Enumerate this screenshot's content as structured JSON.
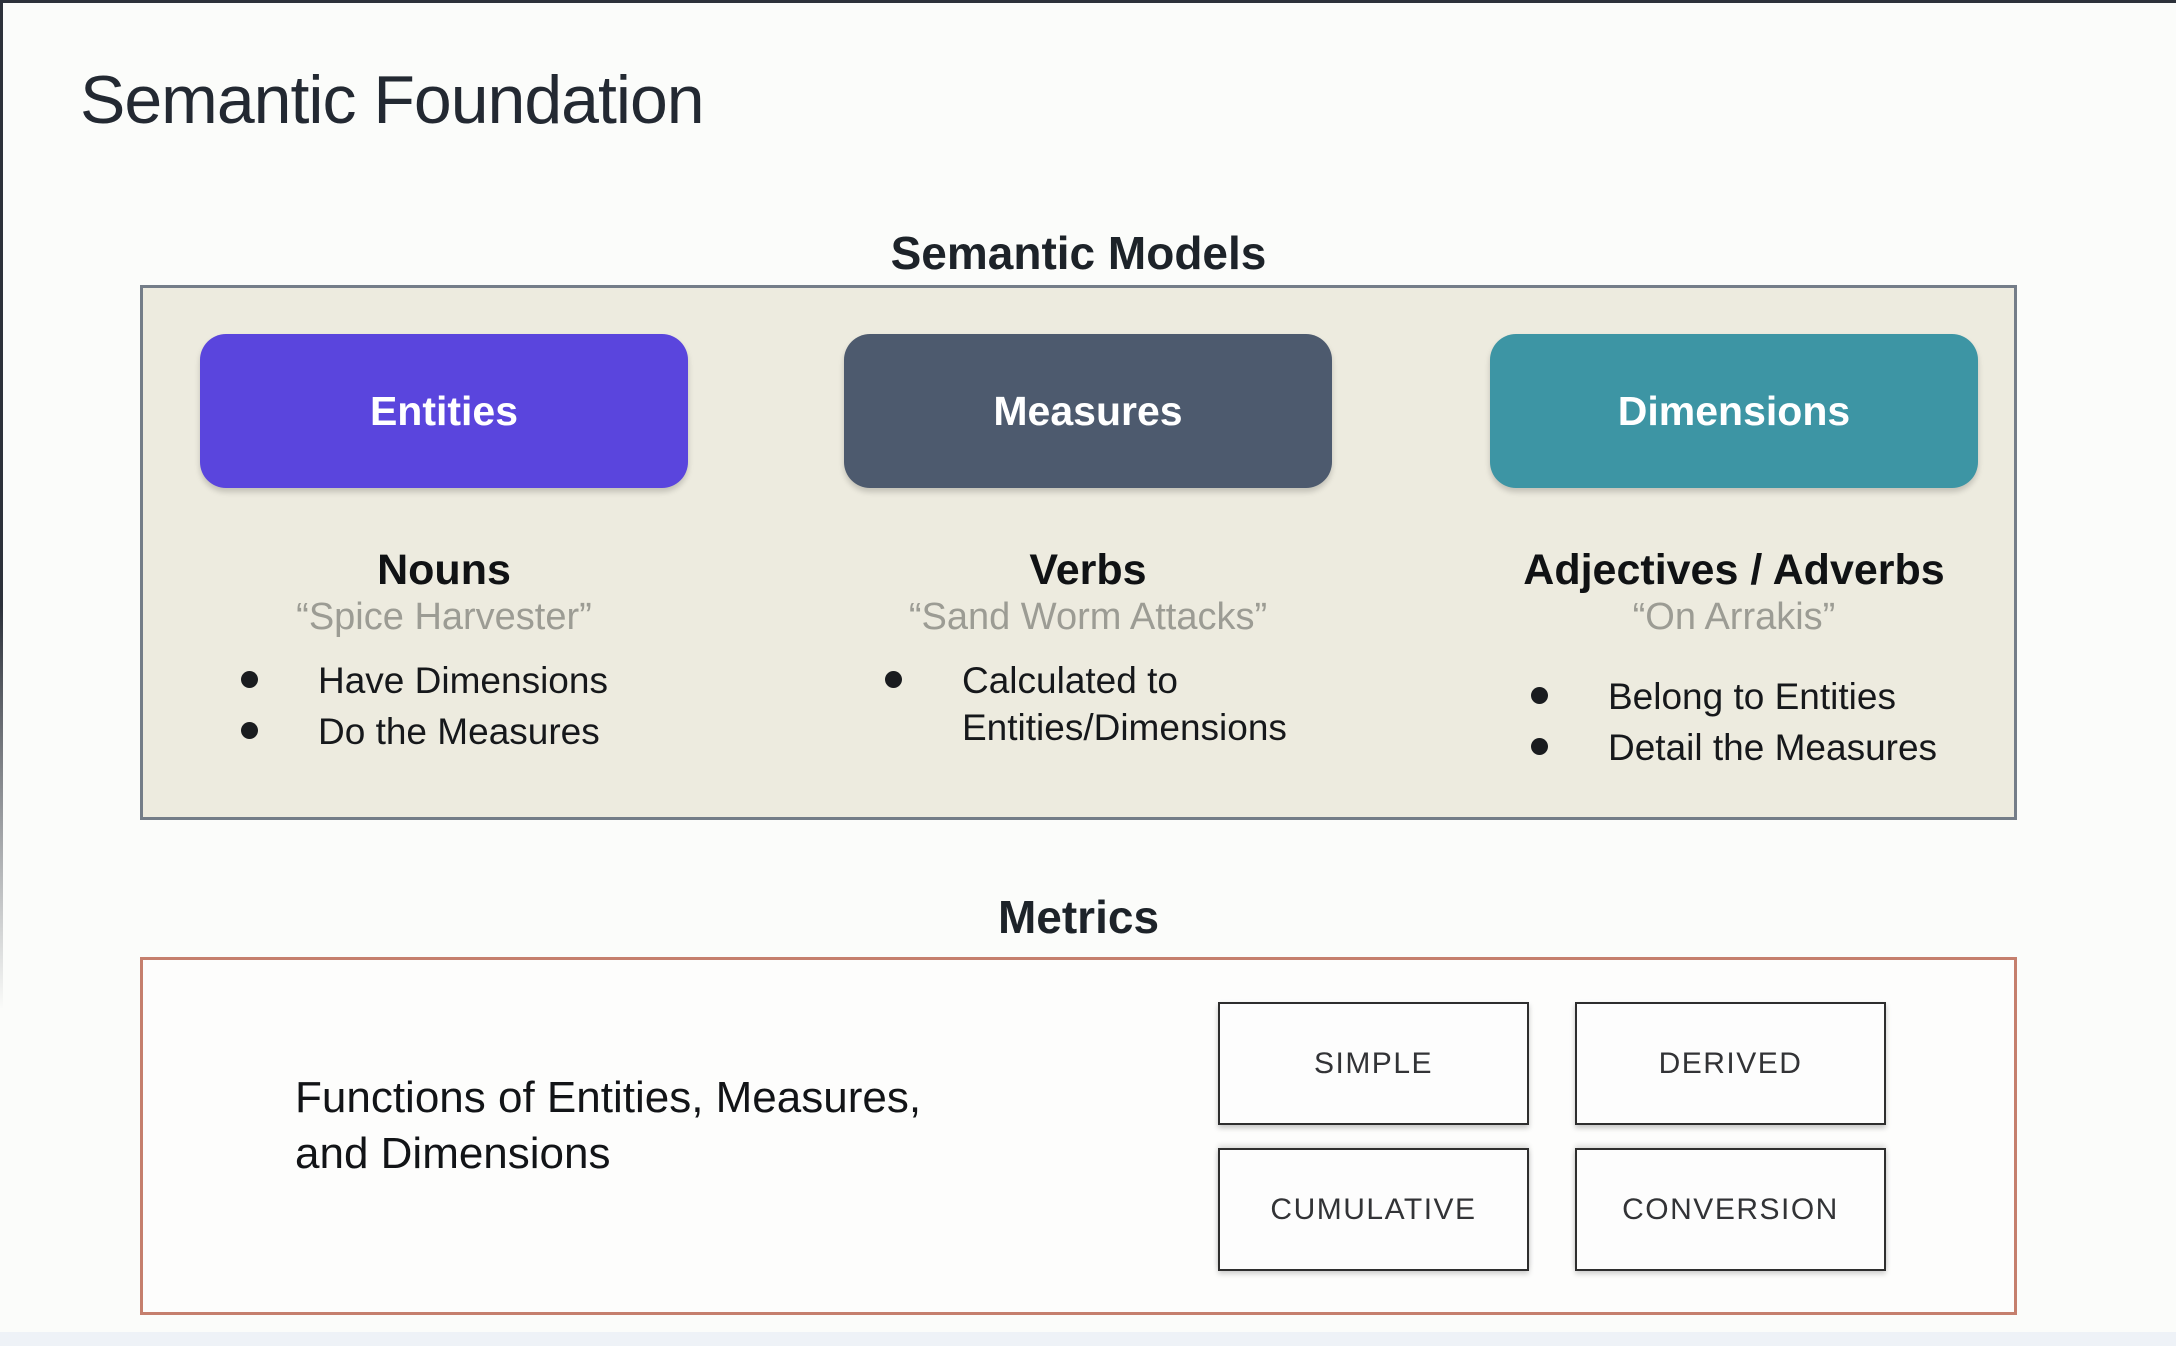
{
  "slide": {
    "title": "Semantic Foundation"
  },
  "semantic_models": {
    "heading": "Semantic Models",
    "columns": [
      {
        "pill": "Entities",
        "word_type": "Nouns",
        "quote": "“Spice Harvester”",
        "bullets": [
          "Have Dimensions",
          "Do the Measures"
        ]
      },
      {
        "pill": "Measures",
        "word_type": "Verbs",
        "quote": "“Sand Worm Attacks”",
        "bullets": [
          "Calculated to Entities/Dimensions"
        ]
      },
      {
        "pill": "Dimensions",
        "word_type": "Adjectives / Adverbs",
        "quote": "“On Arrakis”",
        "bullets": [
          "Belong to Entities",
          "Detail the Measures"
        ]
      }
    ]
  },
  "metrics": {
    "heading": "Metrics",
    "description": "Functions of Entities, Measures, and Dimensions",
    "types": [
      "SIMPLE",
      "DERIVED",
      "CUMULATIVE",
      "CONVERSION"
    ]
  },
  "colors": {
    "entities_pill": "#5a45dd",
    "measures_pill": "#4d5a6e",
    "dimensions_pill": "#3d95a4",
    "models_panel_bg": "#edebdf",
    "models_panel_border": "#747d88",
    "metrics_panel_border": "#c57f6d"
  }
}
